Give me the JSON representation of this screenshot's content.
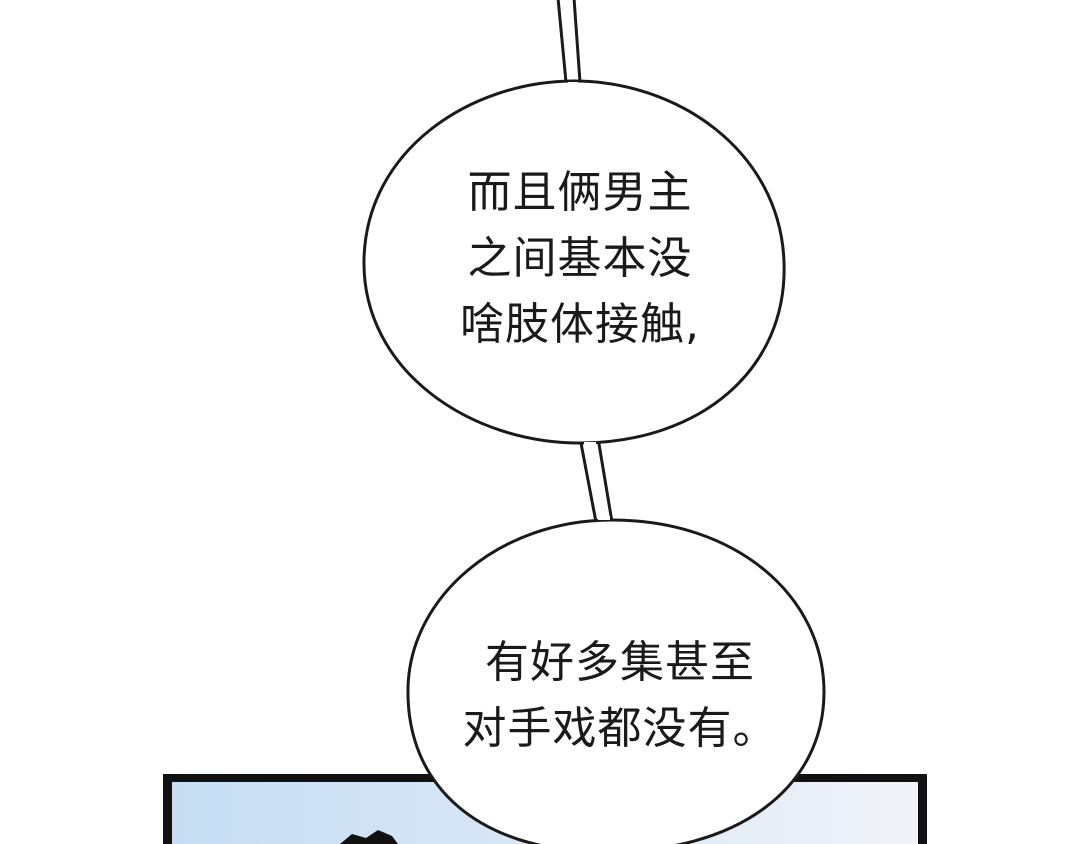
{
  "comic_panel": {
    "bubble_1": {
      "lines": [
        "而且俩男主",
        "之间基本没",
        "啥肢体接触,"
      ]
    },
    "bubble_2": {
      "lines": [
        "有好多集甚至",
        "对手戏都没有。"
      ]
    },
    "colors": {
      "background": "#ffffff",
      "ink": "#1a1a1a",
      "panel_border": "#111111",
      "panel_fill": "#c8def3",
      "panel_fill_light": "#eef2f8"
    }
  }
}
